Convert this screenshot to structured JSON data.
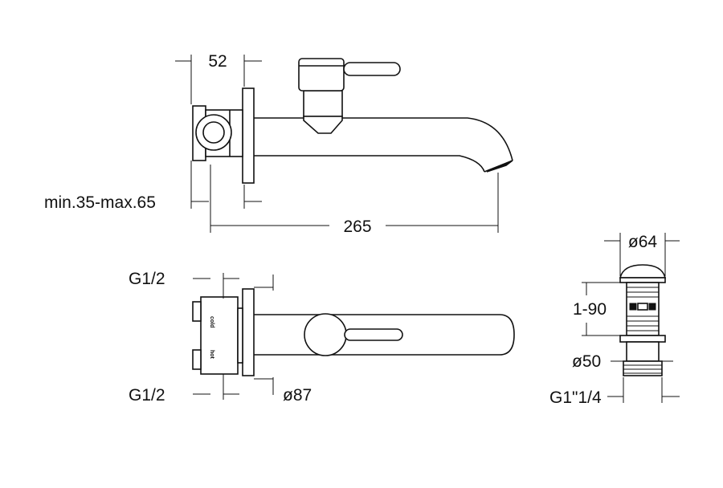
{
  "dimensions": {
    "projection_depth": "52",
    "wall_range": "min.35-max.65",
    "spout_length": "265",
    "inlet_top": "G1/2",
    "inlet_bottom": "G1/2",
    "rosette_diameter": "ø87",
    "waste_cap_diameter": "ø64",
    "waste_thickness_range": "1-90",
    "waste_body_diameter": "ø50",
    "waste_thread": "G1\"1/4"
  },
  "body_labels": {
    "cold": "cold",
    "hot": "hot"
  },
  "colors": {
    "line": "#111111",
    "background": "#ffffff"
  }
}
